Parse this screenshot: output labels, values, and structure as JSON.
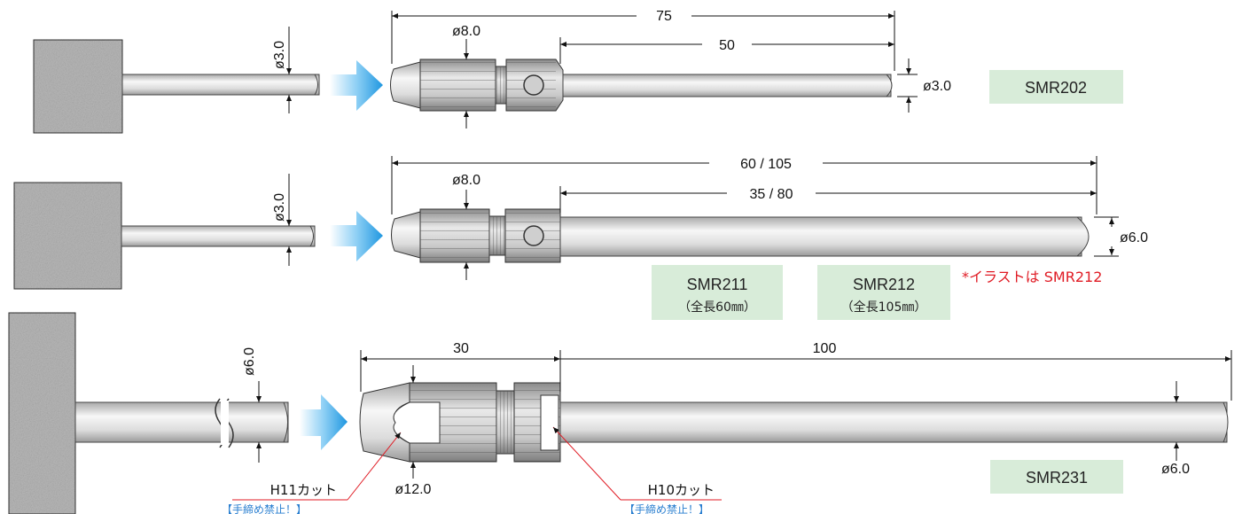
{
  "row1": {
    "shank_dia": "ø3.0",
    "body_dia": "ø8.0",
    "total_length": "75",
    "probe_length": "50",
    "probe_dia": "ø3.0",
    "model": "SMR202"
  },
  "row2": {
    "shank_dia": "ø3.0",
    "body_dia": "ø8.0",
    "total_length": "60 / 105",
    "probe_length": "35 / 80",
    "probe_dia": "ø6.0",
    "model_a": "SMR211",
    "model_a_sub": "（全長60㎜）",
    "model_b": "SMR212",
    "model_b_sub": "（全長105㎜）",
    "note": "*イラストは SMR212"
  },
  "row3": {
    "shank_dia": "ø6.0",
    "body_length": "30",
    "probe_length": "100",
    "body_dia": "ø12.0",
    "probe_dia": "ø6.0",
    "model": "SMR231",
    "cut_left": "H11カット",
    "cut_left_warn": "【手締め禁止！】",
    "cut_right": "H10カット",
    "cut_right_warn": "【手締め禁止！】"
  },
  "colors": {
    "label_bg": "#d8ecd9",
    "arrow": "#2a9ee0",
    "note": "#e01b24",
    "warn": "#2a7fd0"
  }
}
